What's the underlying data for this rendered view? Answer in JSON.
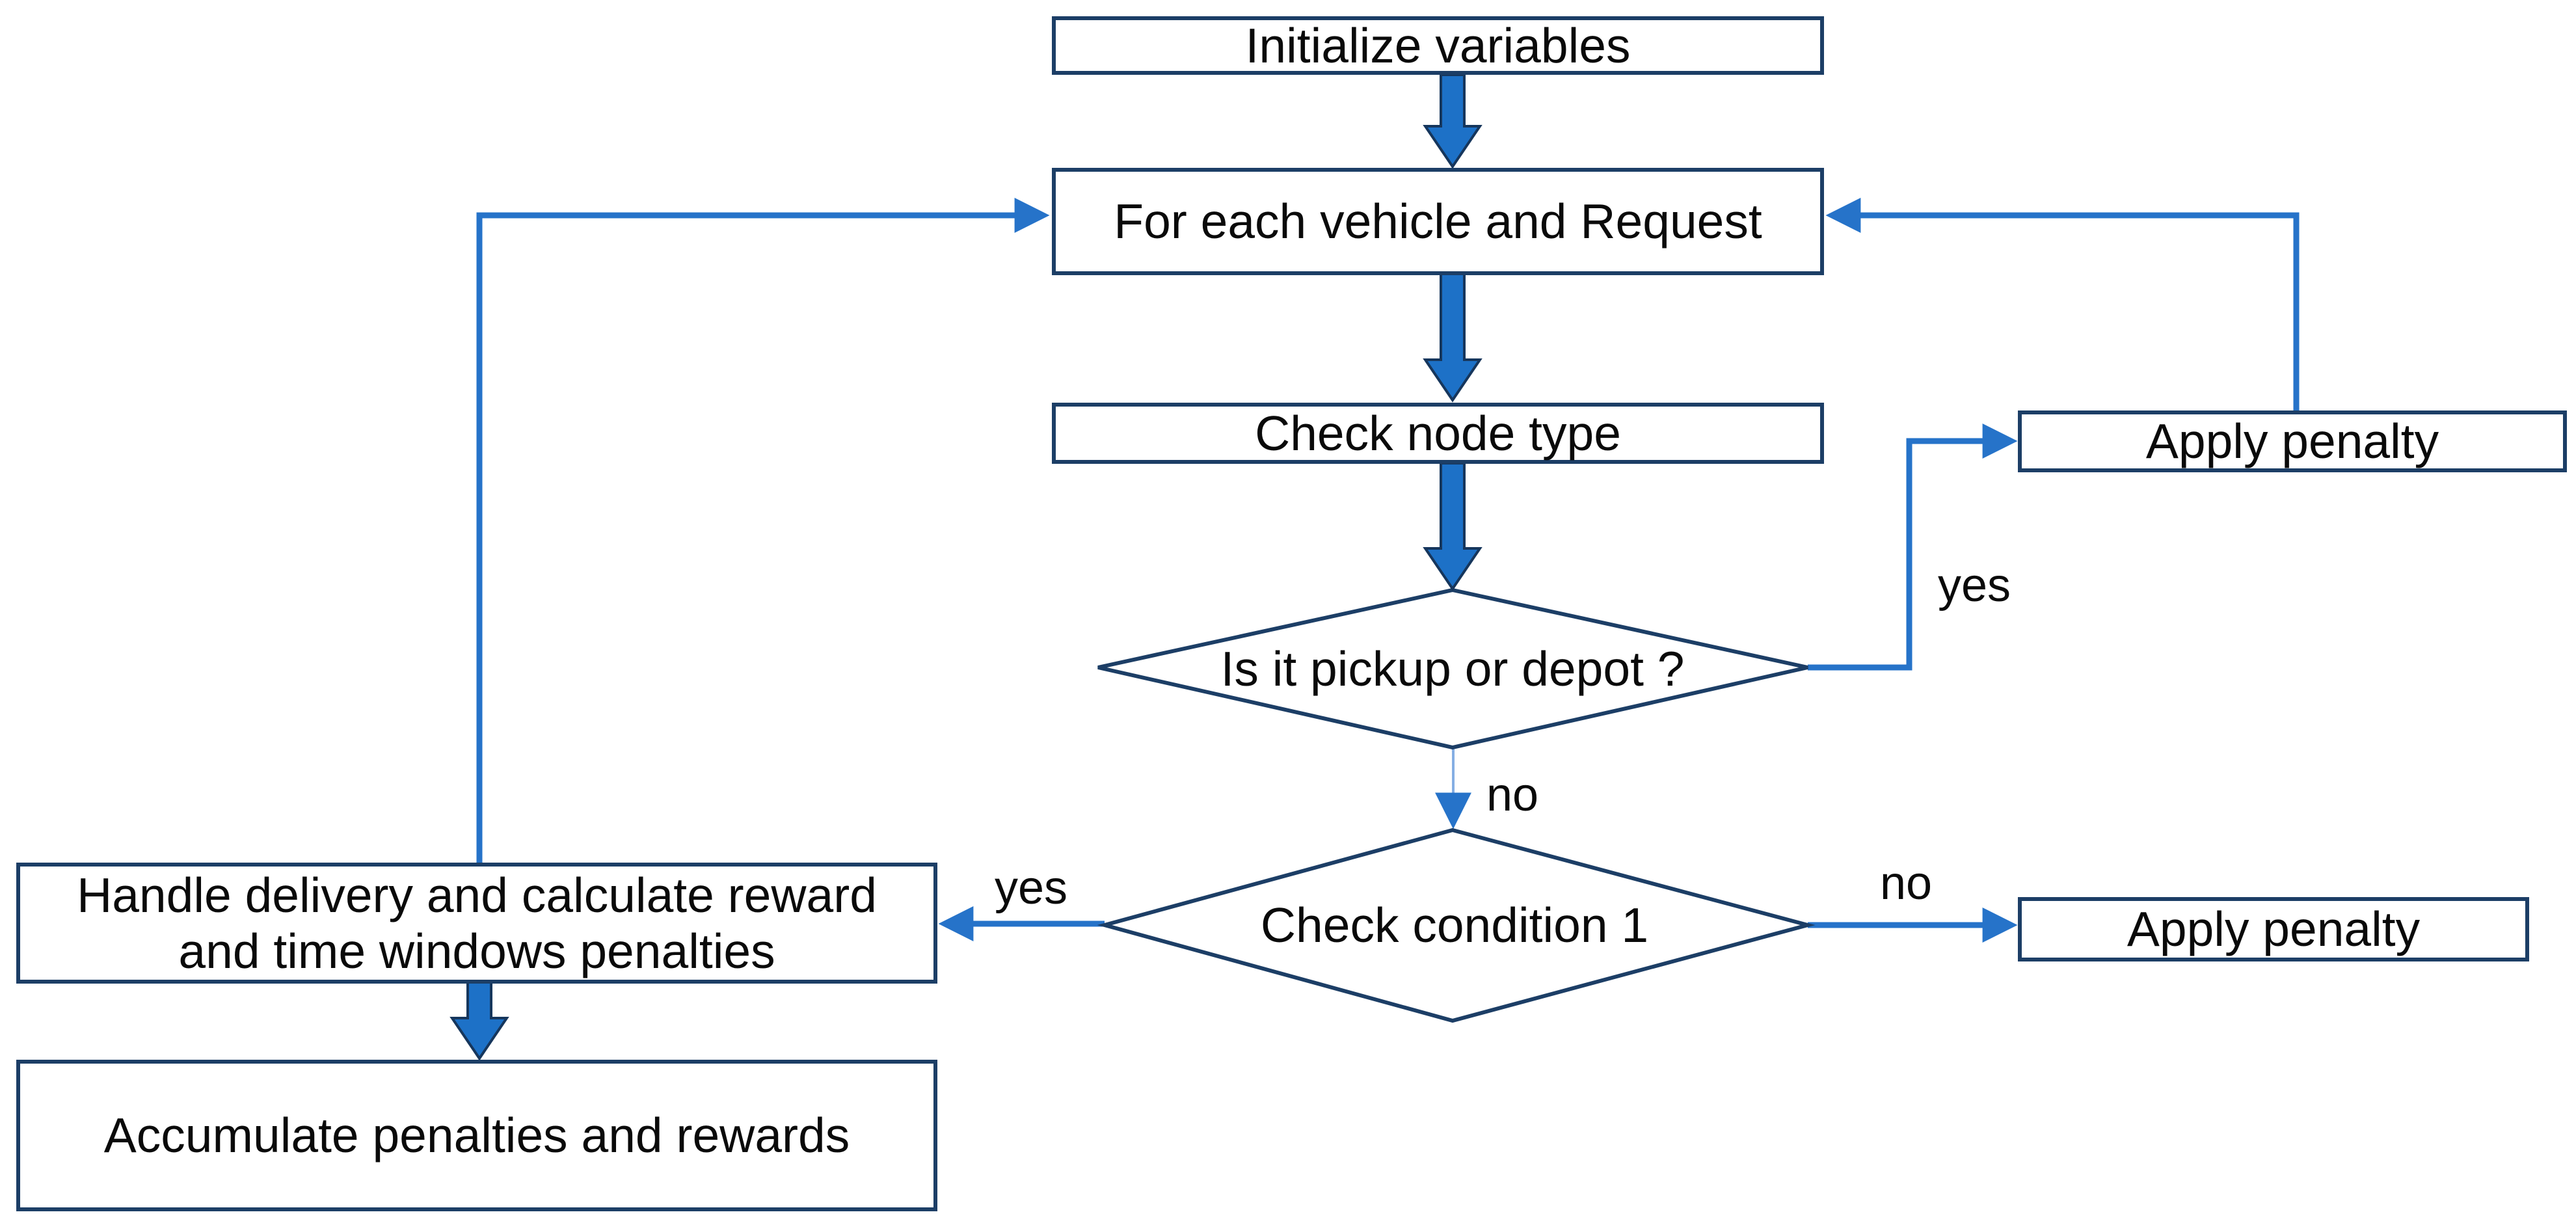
{
  "flowchart": {
    "nodes": {
      "initialize": {
        "label": "Initialize variables",
        "shape": "rectangle"
      },
      "foreach": {
        "label": "For each vehicle and Request",
        "shape": "rectangle"
      },
      "check_node_type": {
        "label": "Check node type",
        "shape": "rectangle"
      },
      "apply_penalty_top": {
        "label": "Apply penalty",
        "shape": "rectangle"
      },
      "pickup_or_depot": {
        "label": "Is it pickup or depot ?",
        "shape": "diamond"
      },
      "check_condition_1": {
        "label": "Check condition 1",
        "shape": "diamond"
      },
      "handle_delivery": {
        "label": "Handle delivery and calculate reward and time windows penalties",
        "lines": [
          "Handle delivery and calculate reward",
          "and time windows penalties"
        ],
        "shape": "rectangle"
      },
      "accumulate": {
        "label": "Accumulate penalties and rewards",
        "shape": "rectangle"
      },
      "apply_penalty_right": {
        "label": "Apply penalty",
        "shape": "rectangle"
      }
    },
    "edge_labels": {
      "pickup_yes": "yes",
      "pickup_no": "no",
      "condition_yes": "yes",
      "condition_no": "no"
    },
    "edges": [
      {
        "from": "initialize",
        "to": "foreach",
        "style": "thick-arrow"
      },
      {
        "from": "foreach",
        "to": "check_node_type",
        "style": "thick-arrow"
      },
      {
        "from": "check_node_type",
        "to": "pickup_or_depot",
        "style": "thick-arrow"
      },
      {
        "from": "pickup_or_depot",
        "to": "apply_penalty_top",
        "style": "line-arrow",
        "label": "yes"
      },
      {
        "from": "apply_penalty_top",
        "to": "foreach",
        "style": "line-arrow"
      },
      {
        "from": "pickup_or_depot",
        "to": "check_condition_1",
        "style": "thin-line-arrow",
        "label": "no"
      },
      {
        "from": "check_condition_1",
        "to": "handle_delivery",
        "style": "line-arrow",
        "label": "yes"
      },
      {
        "from": "check_condition_1",
        "to": "apply_penalty_right",
        "style": "line-arrow",
        "label": "no"
      },
      {
        "from": "handle_delivery",
        "to": "accumulate",
        "style": "thick-arrow"
      },
      {
        "from": "handle_delivery",
        "to": "foreach",
        "style": "line-arrow"
      }
    ],
    "colors": {
      "background": "#ffffff",
      "box_fill": "#ffffff",
      "box_border": "#1c3e66",
      "connector": "#2673c9",
      "connector_light": "#85aee3",
      "thick_arrow_fill": "#1d71c7",
      "thick_arrow_border": "#16365c",
      "text": "#0a0a0a"
    }
  }
}
